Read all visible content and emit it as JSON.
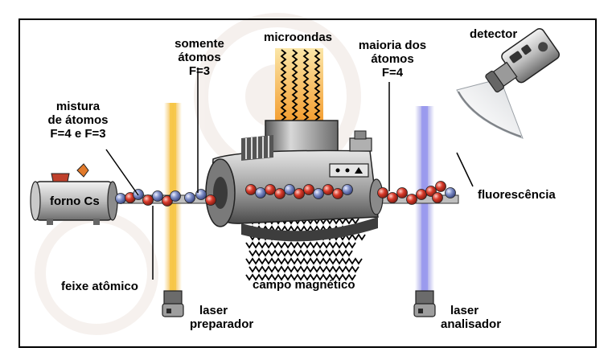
{
  "labels": {
    "mixture": [
      "mistura",
      "de átomos",
      "F=4 e F=3"
    ],
    "oven": "forno Cs",
    "beam": "feixe atômico",
    "laser_prep": [
      "laser",
      "preparador"
    ],
    "only_f3": [
      "somente",
      "átomos",
      "F=3"
    ],
    "microwaves": "microondas",
    "majority_f4": [
      "maioria dos",
      "átomos",
      "F=4"
    ],
    "magnetic_field": "campo magnético",
    "laser_analyzer": [
      "laser",
      "analisador"
    ],
    "detector": "detector",
    "fluorescence": "fluorescência"
  },
  "colors": {
    "frame": "#000000",
    "atom_red": "#d83a2a",
    "atom_blue": "#7f8fc8",
    "laser_prep": "#f2b531",
    "laser_analyzer": "#8f8fe2",
    "microwave": "#f39a2a",
    "device_gray": "#9a9a9a"
  },
  "icons": {
    "oven": "oven-icon",
    "detector": "detector-camera-icon",
    "laser": "laser-emitter-icon",
    "cavity": "microwave-cavity-icon",
    "coil": "magnetic-coil-icon"
  }
}
